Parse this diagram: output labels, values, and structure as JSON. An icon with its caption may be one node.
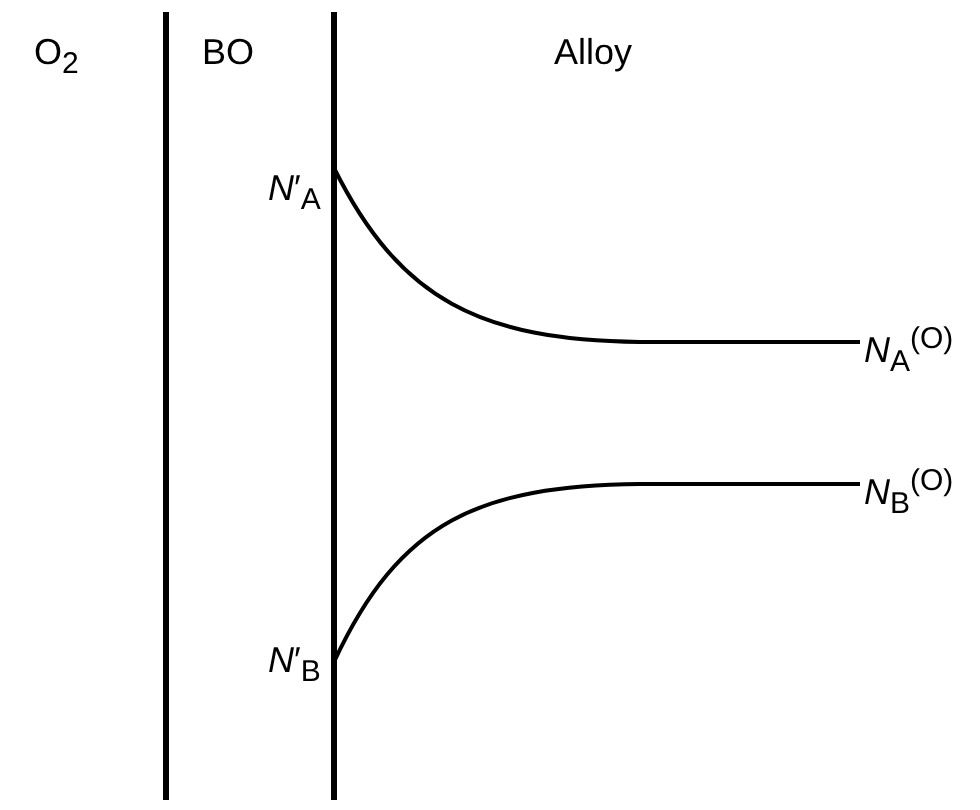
{
  "diagram": {
    "labels": [
      "O$_{2}$",
      "BO",
      "Alloy",
      "*N*′$_{A}$",
      "*N*$_{A}$$^{(O)}$",
      "*N*′$_{B}$",
      "*N*$_{B}$$^{(O)}$"
    ]
  }
}
